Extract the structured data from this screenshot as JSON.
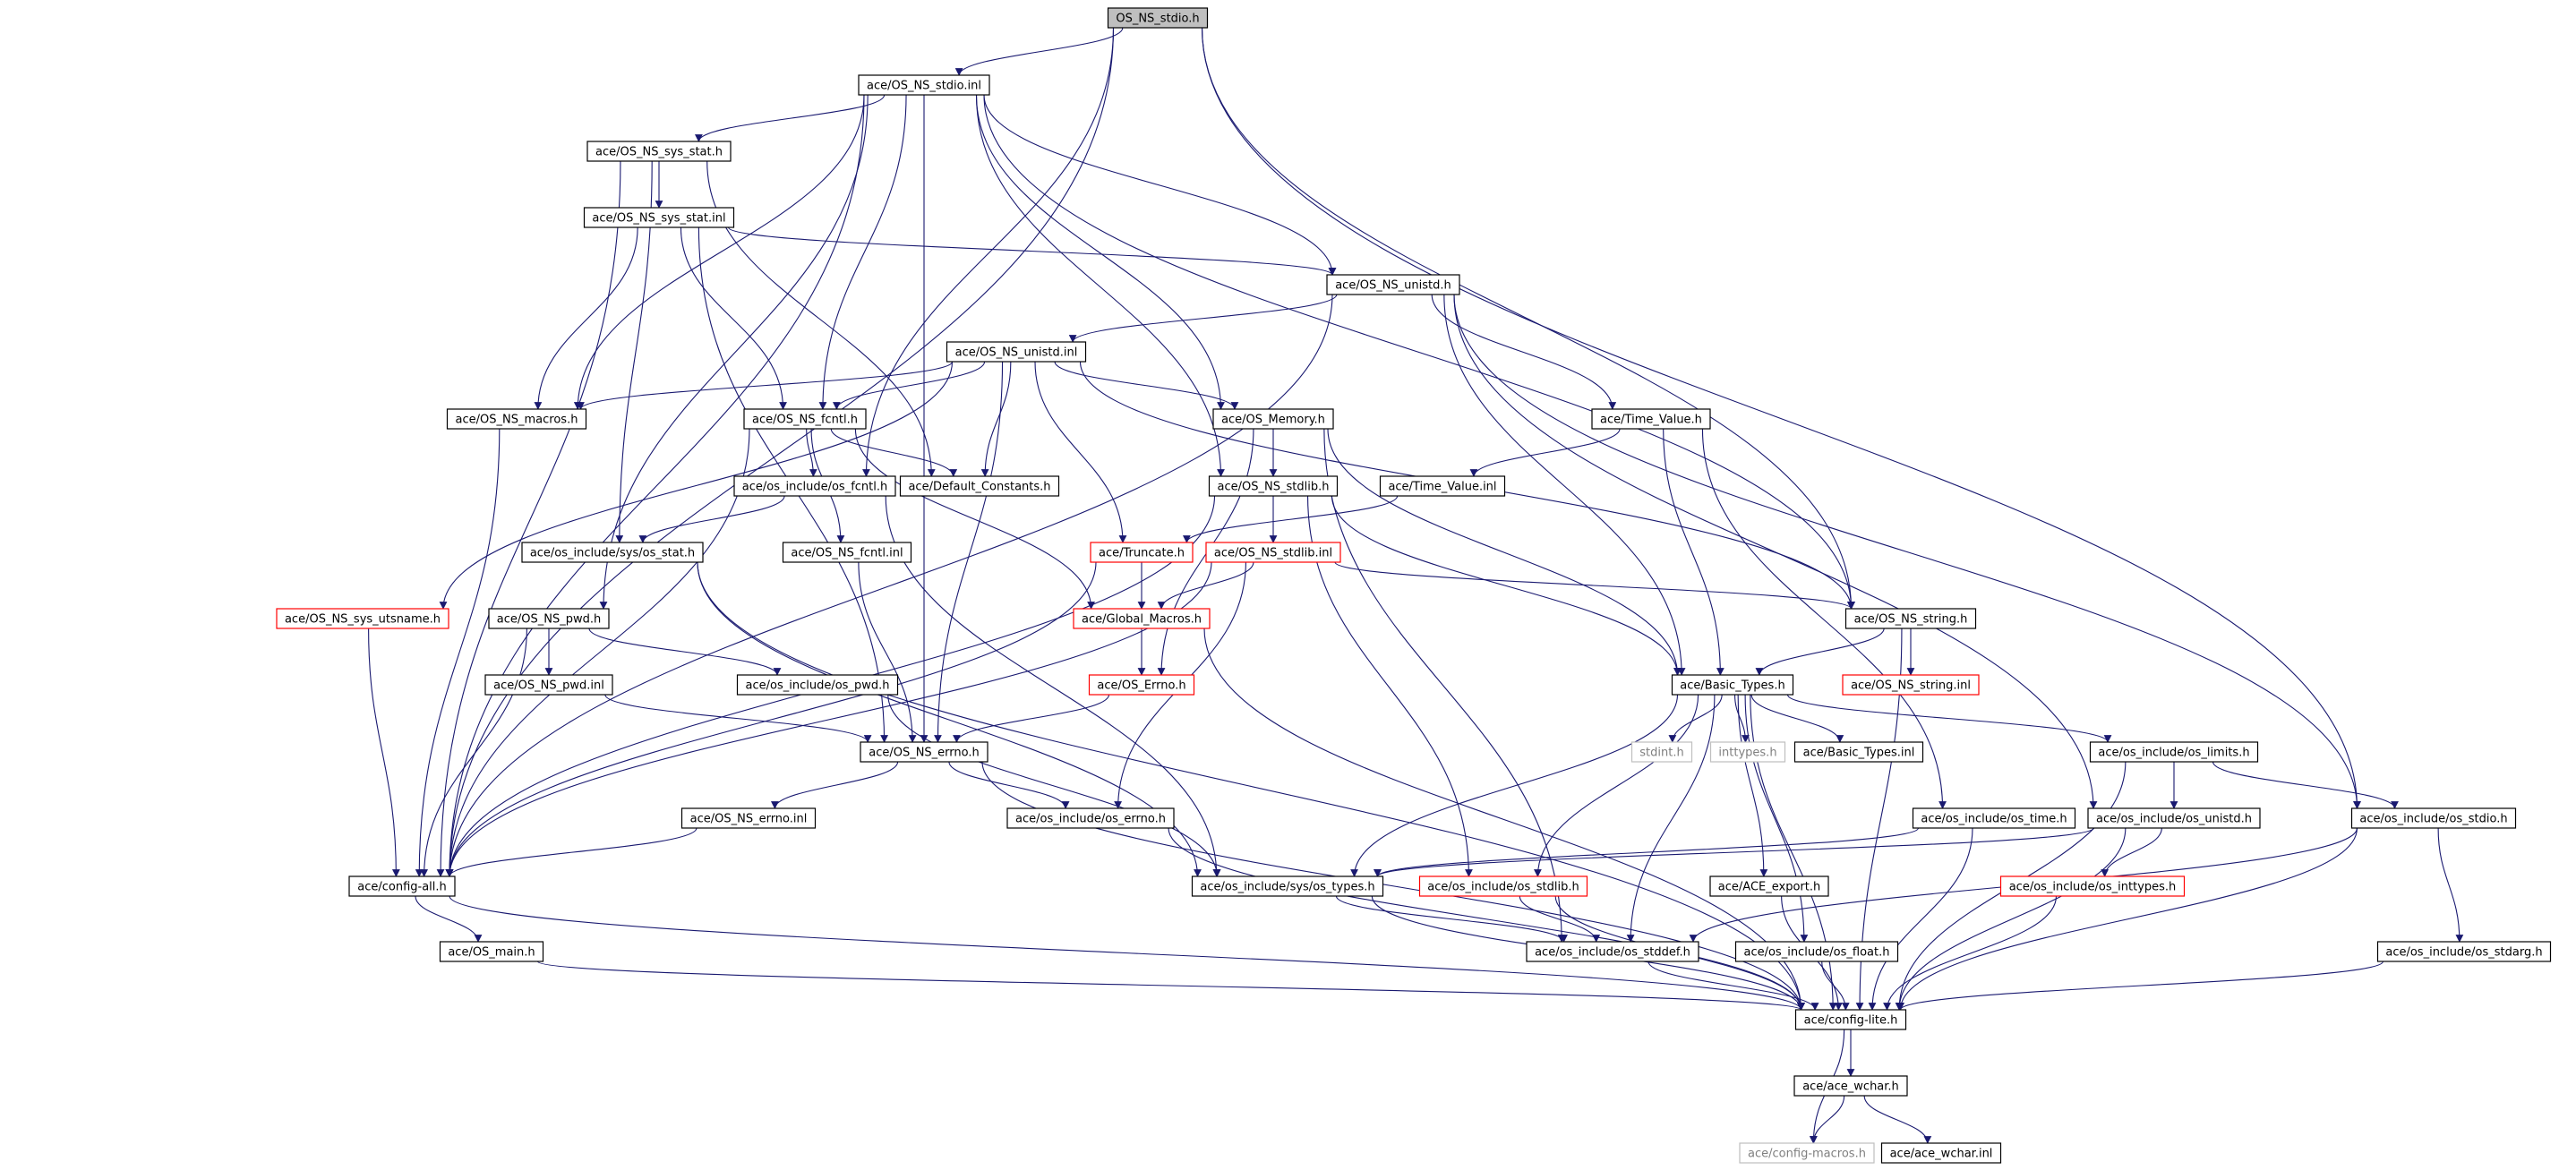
{
  "graph": {
    "colors": {
      "edge": "#191970",
      "root_fill": "#bfbfbf",
      "normal_border": "#000000",
      "truncated_border": "#ff0000",
      "missing_border": "#bfbfbf",
      "missing_text": "#7f7f7f"
    },
    "nodes": [
      {
        "id": "root",
        "label": "OS_NS_stdio.h",
        "style": "root"
      },
      {
        "id": "stdio_inl",
        "label": "ace/OS_NS_stdio.inl",
        "style": "normal"
      },
      {
        "id": "sys_stat_h",
        "label": "ace/OS_NS_sys_stat.h",
        "style": "normal"
      },
      {
        "id": "sys_stat_inl",
        "label": "ace/OS_NS_sys_stat.inl",
        "style": "normal"
      },
      {
        "id": "unistd_h",
        "label": "ace/OS_NS_unistd.h",
        "style": "normal"
      },
      {
        "id": "unistd_inl",
        "label": "ace/OS_NS_unistd.inl",
        "style": "normal"
      },
      {
        "id": "macros_h",
        "label": "ace/OS_NS_macros.h",
        "style": "normal"
      },
      {
        "id": "fcntl_h",
        "label": "ace/OS_NS_fcntl.h",
        "style": "normal"
      },
      {
        "id": "memory_h",
        "label": "ace/OS_Memory.h",
        "style": "normal"
      },
      {
        "id": "time_value_h",
        "label": "ace/Time_Value.h",
        "style": "normal"
      },
      {
        "id": "os_fcntl_h",
        "label": "ace/os_include/os_fcntl.h",
        "style": "normal"
      },
      {
        "id": "default_constants",
        "label": "ace/Default_Constants.h",
        "style": "normal"
      },
      {
        "id": "stdlib_h",
        "label": "ace/OS_NS_stdlib.h",
        "style": "normal"
      },
      {
        "id": "time_value_inl",
        "label": "ace/Time_Value.inl",
        "style": "normal"
      },
      {
        "id": "sys_os_stat",
        "label": "ace/os_include/sys/os_stat.h",
        "style": "normal"
      },
      {
        "id": "fcntl_inl",
        "label": "ace/OS_NS_fcntl.inl",
        "style": "normal"
      },
      {
        "id": "truncate_h",
        "label": "ace/Truncate.h",
        "style": "truncated"
      },
      {
        "id": "stdlib_inl",
        "label": "ace/OS_NS_stdlib.inl",
        "style": "truncated"
      },
      {
        "id": "utsname_h",
        "label": "ace/OS_NS_sys_utsname.h",
        "style": "truncated"
      },
      {
        "id": "pwd_h",
        "label": "ace/OS_NS_pwd.h",
        "style": "normal"
      },
      {
        "id": "global_macros",
        "label": "ace/Global_Macros.h",
        "style": "truncated"
      },
      {
        "id": "string_h",
        "label": "ace/OS_NS_string.h",
        "style": "normal"
      },
      {
        "id": "pwd_inl",
        "label": "ace/OS_NS_pwd.inl",
        "style": "normal"
      },
      {
        "id": "os_pwd_h",
        "label": "ace/os_include/os_pwd.h",
        "style": "normal"
      },
      {
        "id": "errno_os",
        "label": "ace/OS_Errno.h",
        "style": "truncated"
      },
      {
        "id": "basic_types_h",
        "label": "ace/Basic_Types.h",
        "style": "normal"
      },
      {
        "id": "string_inl",
        "label": "ace/OS_NS_string.inl",
        "style": "truncated"
      },
      {
        "id": "ns_errno_h",
        "label": "ace/OS_NS_errno.h",
        "style": "normal"
      },
      {
        "id": "stdint_h",
        "label": "stdint.h",
        "style": "missing"
      },
      {
        "id": "inttypes_h",
        "label": "inttypes.h",
        "style": "missing"
      },
      {
        "id": "basic_types_inl",
        "label": "ace/Basic_Types.inl",
        "style": "normal"
      },
      {
        "id": "os_limits_h",
        "label": "ace/os_include/os_limits.h",
        "style": "normal"
      },
      {
        "id": "ns_errno_inl",
        "label": "ace/OS_NS_errno.inl",
        "style": "normal"
      },
      {
        "id": "os_errno_h",
        "label": "ace/os_include/os_errno.h",
        "style": "normal"
      },
      {
        "id": "os_time_h",
        "label": "ace/os_include/os_time.h",
        "style": "normal"
      },
      {
        "id": "os_unistd_h",
        "label": "ace/os_include/os_unistd.h",
        "style": "normal"
      },
      {
        "id": "os_stdio_h",
        "label": "ace/os_include/os_stdio.h",
        "style": "normal"
      },
      {
        "id": "config_all",
        "label": "ace/config-all.h",
        "style": "normal"
      },
      {
        "id": "sys_types_h",
        "label": "ace/os_include/sys/os_types.h",
        "style": "normal"
      },
      {
        "id": "os_stdlib_h",
        "label": "ace/os_include/os_stdlib.h",
        "style": "truncated"
      },
      {
        "id": "ace_export_h",
        "label": "ace/ACE_export.h",
        "style": "normal"
      },
      {
        "id": "os_inttypes_h",
        "label": "ace/os_include/os_inttypes.h",
        "style": "truncated"
      },
      {
        "id": "os_main_h",
        "label": "ace/OS_main.h",
        "style": "normal"
      },
      {
        "id": "os_stddef_h",
        "label": "ace/os_include/os_stddef.h",
        "style": "normal"
      },
      {
        "id": "os_float_h",
        "label": "ace/os_include/os_float.h",
        "style": "normal"
      },
      {
        "id": "os_stdarg_h",
        "label": "ace/os_include/os_stdarg.h",
        "style": "normal"
      },
      {
        "id": "config_lite",
        "label": "ace/config-lite.h",
        "style": "normal"
      },
      {
        "id": "ace_wchar_h",
        "label": "ace/ace_wchar.h",
        "style": "normal"
      },
      {
        "id": "config_macros",
        "label": "ace/config-macros.h",
        "style": "missing"
      },
      {
        "id": "ace_wchar_inl",
        "label": "ace/ace_wchar.inl",
        "style": "normal"
      }
    ],
    "edges": [
      [
        "root",
        "stdio_inl"
      ],
      [
        "root",
        "config_all"
      ],
      [
        "root",
        "os_fcntl_h"
      ],
      [
        "root",
        "string_h"
      ],
      [
        "root",
        "os_stdio_h"
      ],
      [
        "stdio_inl",
        "sys_stat_h"
      ],
      [
        "stdio_inl",
        "unistd_h"
      ],
      [
        "stdio_inl",
        "macros_h"
      ],
      [
        "stdio_inl",
        "fcntl_h"
      ],
      [
        "stdio_inl",
        "memory_h"
      ],
      [
        "stdio_inl",
        "stdlib_h"
      ],
      [
        "stdio_inl",
        "pwd_h"
      ],
      [
        "stdio_inl",
        "ns_errno_h"
      ],
      [
        "stdio_inl",
        "config_all"
      ],
      [
        "stdio_inl",
        "string_h"
      ],
      [
        "sys_stat_h",
        "sys_stat_inl"
      ],
      [
        "sys_stat_h",
        "sys_os_stat"
      ],
      [
        "sys_stat_h",
        "default_constants"
      ],
      [
        "sys_stat_h",
        "config_all"
      ],
      [
        "sys_stat_inl",
        "macros_h"
      ],
      [
        "sys_stat_inl",
        "fcntl_h"
      ],
      [
        "sys_stat_inl",
        "ns_errno_h"
      ],
      [
        "sys_stat_inl",
        "unistd_h"
      ],
      [
        "unistd_h",
        "unistd_inl"
      ],
      [
        "unistd_h",
        "time_value_h"
      ],
      [
        "unistd_h",
        "basic_types_h"
      ],
      [
        "unistd_h",
        "os_unistd_h"
      ],
      [
        "unistd_h",
        "os_stdio_h"
      ],
      [
        "unistd_h",
        "config_all"
      ],
      [
        "unistd_inl",
        "macros_h"
      ],
      [
        "unistd_inl",
        "fcntl_h"
      ],
      [
        "unistd_inl",
        "memory_h"
      ],
      [
        "unistd_inl",
        "default_constants"
      ],
      [
        "unistd_inl",
        "truncate_h"
      ],
      [
        "unistd_inl",
        "utsname_h"
      ],
      [
        "unistd_inl",
        "ns_errno_h"
      ],
      [
        "unistd_inl",
        "string_h"
      ],
      [
        "macros_h",
        "config_all"
      ],
      [
        "fcntl_h",
        "os_fcntl_h"
      ],
      [
        "fcntl_h",
        "default_constants"
      ],
      [
        "fcntl_h",
        "fcntl_inl"
      ],
      [
        "fcntl_h",
        "global_macros"
      ],
      [
        "fcntl_h",
        "config_all"
      ],
      [
        "memory_h",
        "stdlib_h"
      ],
      [
        "memory_h",
        "errno_os"
      ],
      [
        "memory_h",
        "basic_types_h"
      ],
      [
        "memory_h",
        "os_stddef_h"
      ],
      [
        "time_value_h",
        "time_value_inl"
      ],
      [
        "time_value_h",
        "basic_types_h"
      ],
      [
        "time_value_h",
        "os_time_h"
      ],
      [
        "os_fcntl_h",
        "sys_os_stat"
      ],
      [
        "os_fcntl_h",
        "sys_types_h"
      ],
      [
        "stdlib_h",
        "stdlib_inl"
      ],
      [
        "stdlib_h",
        "basic_types_h"
      ],
      [
        "stdlib_h",
        "os_stdlib_h"
      ],
      [
        "stdlib_h",
        "config_all"
      ],
      [
        "time_value_inl",
        "truncate_h"
      ],
      [
        "sys_os_stat",
        "sys_types_h"
      ],
      [
        "sys_os_stat",
        "config_lite"
      ],
      [
        "fcntl_inl",
        "ns_errno_h"
      ],
      [
        "truncate_h",
        "global_macros"
      ],
      [
        "truncate_h",
        "config_all"
      ],
      [
        "stdlib_inl",
        "global_macros"
      ],
      [
        "stdlib_inl",
        "string_h"
      ],
      [
        "stdlib_inl",
        "os_errno_h"
      ],
      [
        "stdlib_inl",
        "config_all"
      ],
      [
        "utsname_h",
        "config_all"
      ],
      [
        "pwd_h",
        "pwd_inl"
      ],
      [
        "pwd_h",
        "os_pwd_h"
      ],
      [
        "pwd_h",
        "config_all"
      ],
      [
        "global_macros",
        "errno_os"
      ],
      [
        "global_macros",
        "config_lite"
      ],
      [
        "string_h",
        "basic_types_h"
      ],
      [
        "string_h",
        "string_inl"
      ],
      [
        "string_h",
        "config_lite"
      ],
      [
        "pwd_inl",
        "ns_errno_h"
      ],
      [
        "os_pwd_h",
        "sys_types_h"
      ],
      [
        "errno_os",
        "ns_errno_h"
      ],
      [
        "basic_types_h",
        "stdint_h"
      ],
      [
        "basic_types_h",
        "inttypes_h"
      ],
      [
        "basic_types_h",
        "basic_types_inl"
      ],
      [
        "basic_types_h",
        "os_limits_h"
      ],
      [
        "basic_types_h",
        "sys_types_h"
      ],
      [
        "basic_types_h",
        "os_stdlib_h"
      ],
      [
        "basic_types_h",
        "os_stddef_h"
      ],
      [
        "basic_types_h",
        "ace_export_h"
      ],
      [
        "basic_types_h",
        "os_float_h"
      ],
      [
        "basic_types_h",
        "config_lite"
      ],
      [
        "ns_errno_h",
        "ns_errno_inl"
      ],
      [
        "ns_errno_h",
        "os_errno_h"
      ],
      [
        "ns_errno_h",
        "config_lite"
      ],
      [
        "os_limits_h",
        "os_unistd_h"
      ],
      [
        "os_limits_h",
        "os_stdio_h"
      ],
      [
        "os_limits_h",
        "config_lite"
      ],
      [
        "ns_errno_inl",
        "config_all"
      ],
      [
        "os_errno_h",
        "config_lite"
      ],
      [
        "os_time_h",
        "sys_types_h"
      ],
      [
        "os_time_h",
        "config_lite"
      ],
      [
        "os_unistd_h",
        "sys_types_h"
      ],
      [
        "os_unistd_h",
        "os_inttypes_h"
      ],
      [
        "os_unistd_h",
        "config_lite"
      ],
      [
        "os_stdio_h",
        "os_stddef_h"
      ],
      [
        "os_stdio_h",
        "os_stdarg_h"
      ],
      [
        "os_stdio_h",
        "config_lite"
      ],
      [
        "config_all",
        "os_main_h"
      ],
      [
        "config_all",
        "config_lite"
      ],
      [
        "sys_types_h",
        "os_stddef_h"
      ],
      [
        "sys_types_h",
        "config_lite"
      ],
      [
        "os_stdlib_h",
        "os_stddef_h"
      ],
      [
        "os_stdlib_h",
        "config_lite"
      ],
      [
        "ace_export_h",
        "config_lite"
      ],
      [
        "os_inttypes_h",
        "config_lite"
      ],
      [
        "os_main_h",
        "config_lite"
      ],
      [
        "os_stddef_h",
        "config_lite"
      ],
      [
        "os_float_h",
        "config_lite"
      ],
      [
        "os_stdarg_h",
        "config_lite"
      ],
      [
        "config_lite",
        "ace_wchar_h"
      ],
      [
        "config_lite",
        "config_macros"
      ],
      [
        "ace_wchar_h",
        "config_macros"
      ],
      [
        "ace_wchar_h",
        "ace_wchar_inl"
      ]
    ]
  }
}
